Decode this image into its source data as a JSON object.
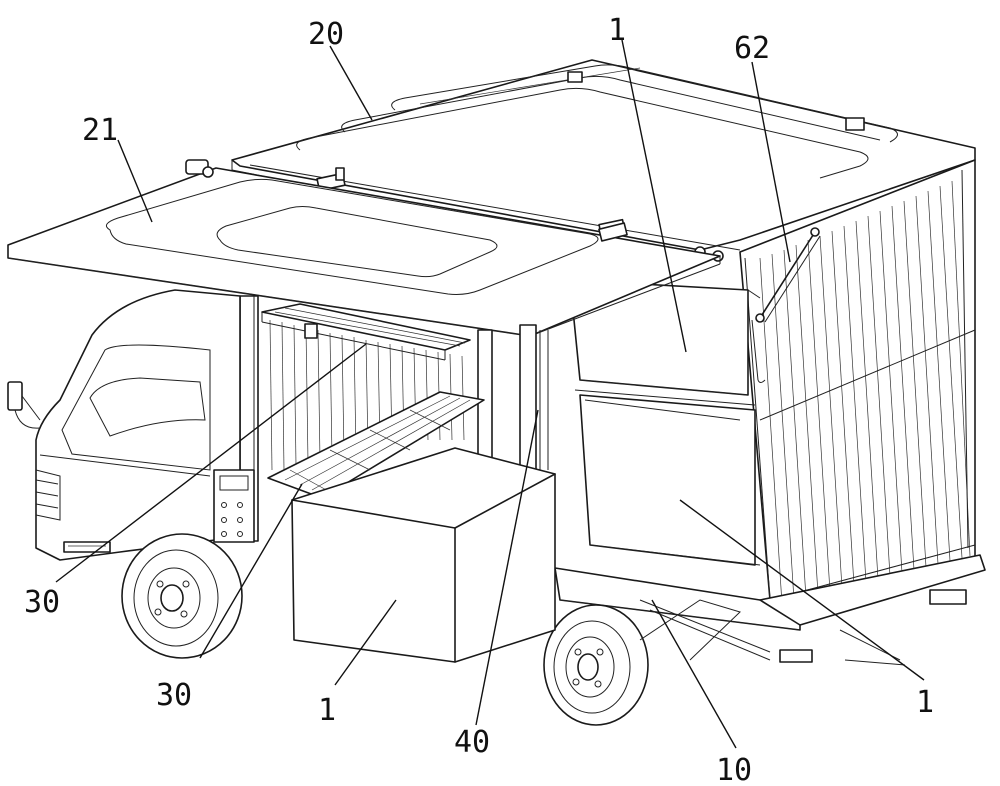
{
  "labels": {
    "l20": "20",
    "l21": "21",
    "l1_top": "1",
    "l62": "62",
    "l30_left": "30",
    "l30_low": "30",
    "l1_box": "1",
    "l40": "40",
    "l10": "10",
    "l1_right": "1"
  }
}
